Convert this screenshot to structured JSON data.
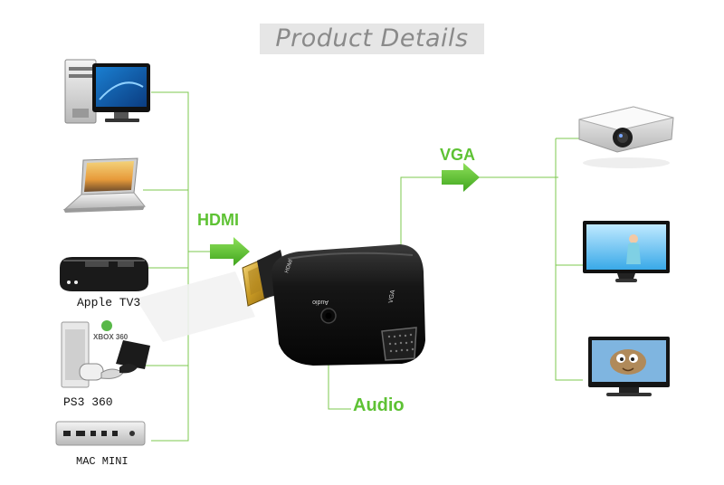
{
  "title": "Product Details",
  "labels": {
    "hdmi": "HDMI",
    "vga": "VGA",
    "audio": "Audio"
  },
  "sources": [
    {
      "id": "desktop-pc",
      "label": ""
    },
    {
      "id": "laptop",
      "label": ""
    },
    {
      "id": "apple-tv",
      "label": "Apple TV3"
    },
    {
      "id": "game-consoles",
      "label": "PS3 360"
    },
    {
      "id": "mac-mini",
      "label": "MAC MINI"
    }
  ],
  "console_badge": "XBOX 360",
  "adapter_markings": {
    "hdmi": "HDMI",
    "audio": "Audio",
    "vga": "VGA"
  },
  "outputs": [
    {
      "id": "projector"
    },
    {
      "id": "lcd-monitor"
    },
    {
      "id": "lcd-tv"
    }
  ],
  "colors": {
    "connector_line": "#7cc94f",
    "label_green": "#5ec234",
    "adapter_body": "#151515",
    "title_text": "#8a8a8a",
    "title_band": "#e6e6e6"
  }
}
